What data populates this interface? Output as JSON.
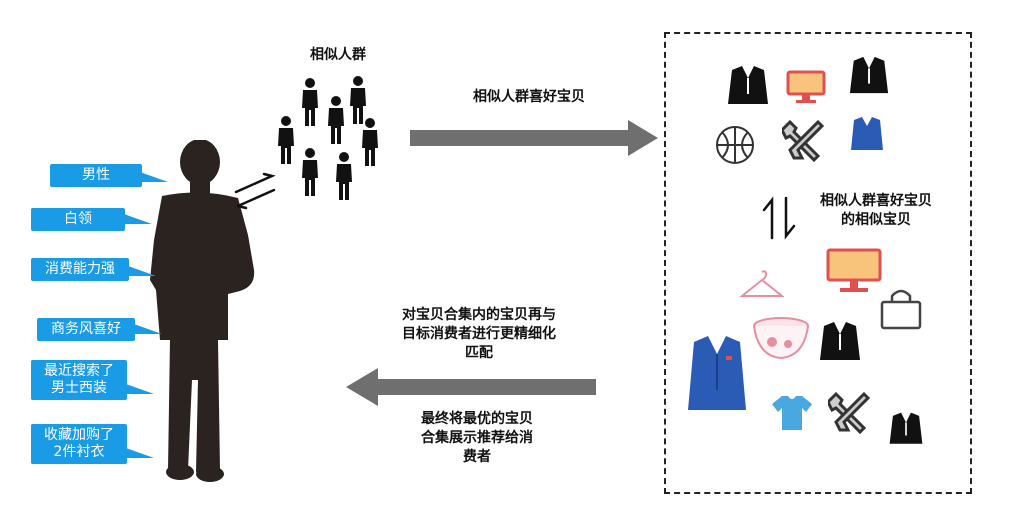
{
  "user_tags": [
    "男性",
    "白领",
    "消费能力强",
    "商务风喜好",
    "最近搜索了\n男士西装",
    "收藏加购了\n2件衬衣"
  ],
  "crowd_label": "相似人群",
  "arrow_right_label": "相似人群喜好宝贝",
  "similar_label": "相似人群喜好宝贝\n的相似宝贝",
  "match_label": "对宝贝合集内的宝贝再与\n目标消费者进行更精细化\n匹配",
  "final_label": "最终将最优的宝贝\n合集展示推荐给消\n费者",
  "colors": {
    "tag_blue": "#1a9be6",
    "arrow_gray": "#6f6f6f",
    "silhouette": "#2b2320"
  },
  "icons": [
    "suit-icon",
    "monitor-icon",
    "basketball-icon",
    "tools-icon",
    "blue-suit-icon",
    "hanger-icon",
    "bowl-icon",
    "shopping-bag-icon",
    "tshirt-icon"
  ]
}
